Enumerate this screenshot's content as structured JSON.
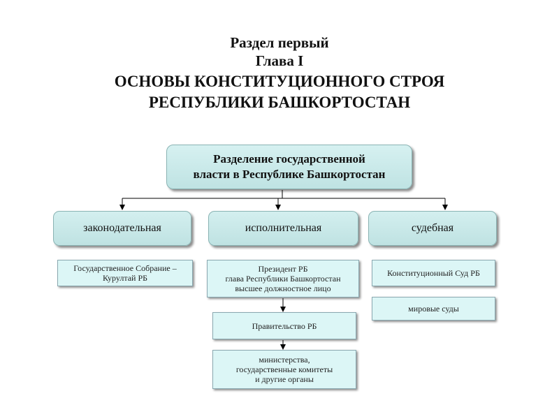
{
  "title": {
    "line1": "Раздел первый",
    "line2": "Глава I",
    "line3": "ОСНОВЫ КОНСТИТУЦИОННОГО СТРОЯ",
    "line4": "РЕСПУБЛИКИ БАШКОРТОСТАН"
  },
  "root": {
    "line1": "Разделение государственной",
    "line2": "власти в Республике Башкортостан"
  },
  "branches": {
    "legislative": {
      "label": "законодательная",
      "bodies": [
        {
          "line1": "Государственное Собрание –",
          "line2": "Курултай РБ"
        }
      ]
    },
    "executive": {
      "label": "исполнительная",
      "bodies": [
        {
          "line1": "Президент РБ",
          "line2": "глава Республики Башкортостан",
          "line3": "высшее должностное лицо"
        },
        {
          "line1": "Правительство РБ"
        },
        {
          "line1": "министерства,",
          "line2": "государственные комитеты",
          "line3": "и другие органы"
        }
      ]
    },
    "judicial": {
      "label": "судебная",
      "bodies": [
        {
          "line1": "Конституционный Суд РБ"
        },
        {
          "line1": "мировые суды"
        }
      ]
    }
  }
}
